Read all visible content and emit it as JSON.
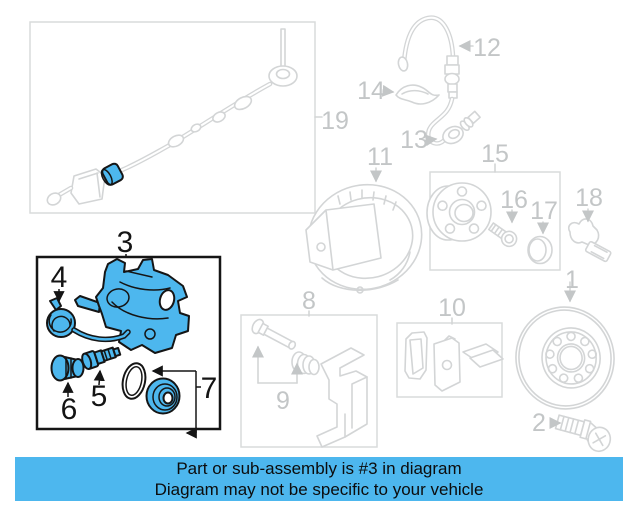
{
  "banner": {
    "line1": "Part or sub-assembly is #3 in diagram",
    "line2": "Diagram may not be specific to your vehicle",
    "bg_color": "#4db7ee",
    "text_color": "#0c0c0c"
  },
  "colors": {
    "highlight_blue": "#4db7ee",
    "highlight_outline": "#151515",
    "line_gray": "#d3d5d6",
    "label_gray": "#c3c6c7",
    "label_black": "#141414",
    "background": "#ffffff"
  },
  "diagram": {
    "highlighted_callout": "3",
    "callouts": {
      "c1": "1",
      "c2": "2",
      "c3": "3",
      "c4": "4",
      "c5": "5",
      "c6": "6",
      "c7": "7",
      "c8": "8",
      "c9": "9",
      "c10": "10",
      "c11": "11",
      "c12": "12",
      "c13": "13",
      "c14": "14",
      "c15": "15",
      "c16": "16",
      "c17": "17",
      "c18": "18",
      "c19": "19"
    }
  }
}
